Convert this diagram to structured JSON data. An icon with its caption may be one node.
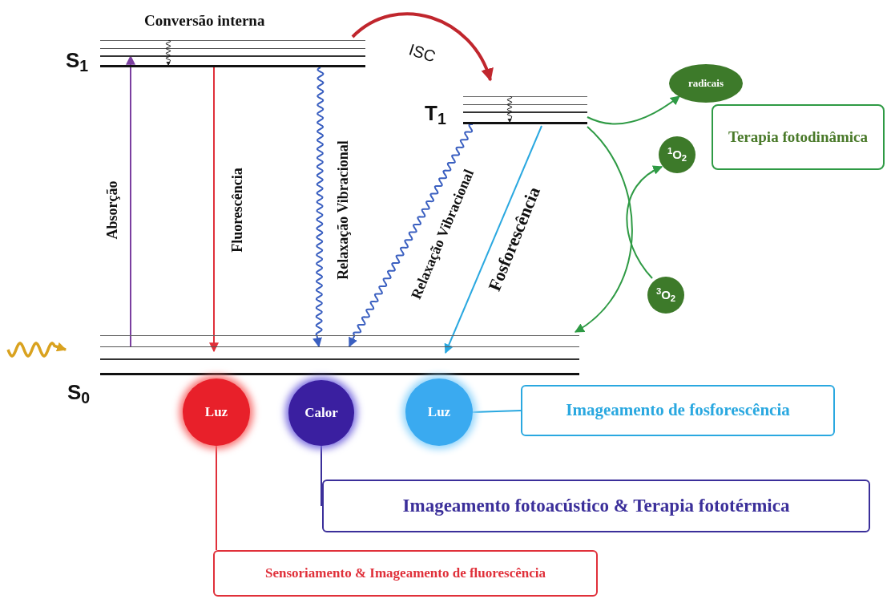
{
  "diagram": {
    "nodes": [
      {
        "text": [
          "S$_{1}$"
        ]
      },
      {
        "text": [
          "T$_{1}$"
        ]
      },
      {
        "text": [
          "S$_{0}$"
        ]
      },
      {
        "text": [
          "radicais"
        ]
      },
      {
        "text": [
          "$^{1}$O$_{2}$"
        ]
      },
      {
        "text": [
          "$^{3}$O$_{2}$"
        ]
      },
      {
        "text": [
          "Terapia fotodinâmica"
        ]
      },
      {
        "text": [
          "Luz"
        ]
      },
      {
        "text": [
          "Calor"
        ]
      },
      {
        "text": [
          "Luz"
        ]
      },
      {
        "text": [
          "Imageamento de fosforescência"
        ]
      },
      {
        "text": [
          "Imageamento fotoacústico & Terapia fototérmica"
        ]
      },
      {
        "text": [
          "Sensoriamento & Imageamento de fluorescência"
        ]
      }
    ],
    "edges": [
      {
        "from": 2,
        "to": 0,
        "arrow": "to",
        "label": "Absorção",
        "color": "#7b3fa0"
      },
      {
        "from": 0,
        "to": 2,
        "arrow": "to",
        "label": "Fluorescência",
        "color": "#e0303a"
      },
      {
        "from": 0,
        "to": 2,
        "arrow": "to",
        "label": "Relaxação Vibracional",
        "color": "#3a5fc0"
      },
      {
        "from": 1,
        "to": 2,
        "arrow": "to",
        "label": "Relaxação Vibracional",
        "color": "#3a5fc0"
      },
      {
        "from": 1,
        "to": 2,
        "arrow": "to",
        "label": "Fosforescência",
        "color": "#2aa8e0"
      },
      {
        "from": 0,
        "to": 1,
        "arrow": "to",
        "label": "ISC",
        "style": "thick",
        "color": "#c0262d"
      },
      {
        "from": 1,
        "to": 3,
        "arrow": "to",
        "color": "#2e9a44"
      },
      {
        "from": 1,
        "to": 2,
        "arrow": "to",
        "color": "#2e9a44"
      },
      {
        "from": 5,
        "to": 4,
        "arrow": "to",
        "color": "#2e9a44"
      },
      {
        "from": 9,
        "to": 10,
        "arrow": "none",
        "color": "#2aa8e0"
      },
      {
        "from": 8,
        "to": 11,
        "arrow": "none",
        "color": "#3b2f9a"
      },
      {
        "from": 7,
        "to": 12,
        "arrow": "none",
        "color": "#e0303a"
      },
      {
        "from": null,
        "to": 2,
        "arrow": "to",
        "color": "#d9a21f"
      }
    ],
    "labels": [
      "Conversão interna"
    ]
  }
}
